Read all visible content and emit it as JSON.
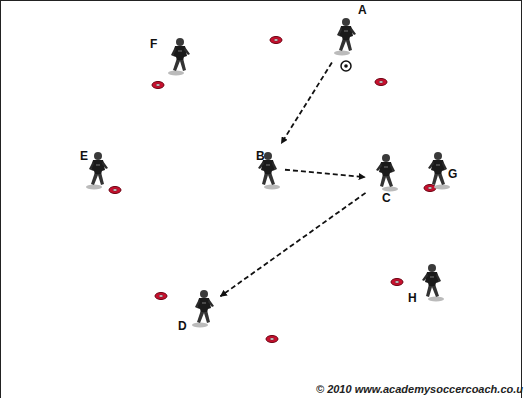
{
  "diagram": {
    "nodes": [
      {
        "text": [
          "A"
        ]
      },
      {
        "text": [
          "F"
        ]
      },
      {
        "text": [
          "E"
        ]
      },
      {
        "text": [
          "B"
        ]
      },
      {
        "text": [
          "C"
        ]
      },
      {
        "text": [
          "G"
        ]
      },
      {
        "text": [
          "D"
        ]
      },
      {
        "text": [
          "H"
        ]
      }
    ],
    "edges": [
      {
        "from": 0,
        "to": 3,
        "arrow": "to"
      },
      {
        "from": 3,
        "to": 4,
        "arrow": "to"
      },
      {
        "from": 4,
        "to": 6,
        "arrow": "to"
      }
    ],
    "labels": [
      "© 2010 www.academysoccercoach.co.u"
    ]
  }
}
